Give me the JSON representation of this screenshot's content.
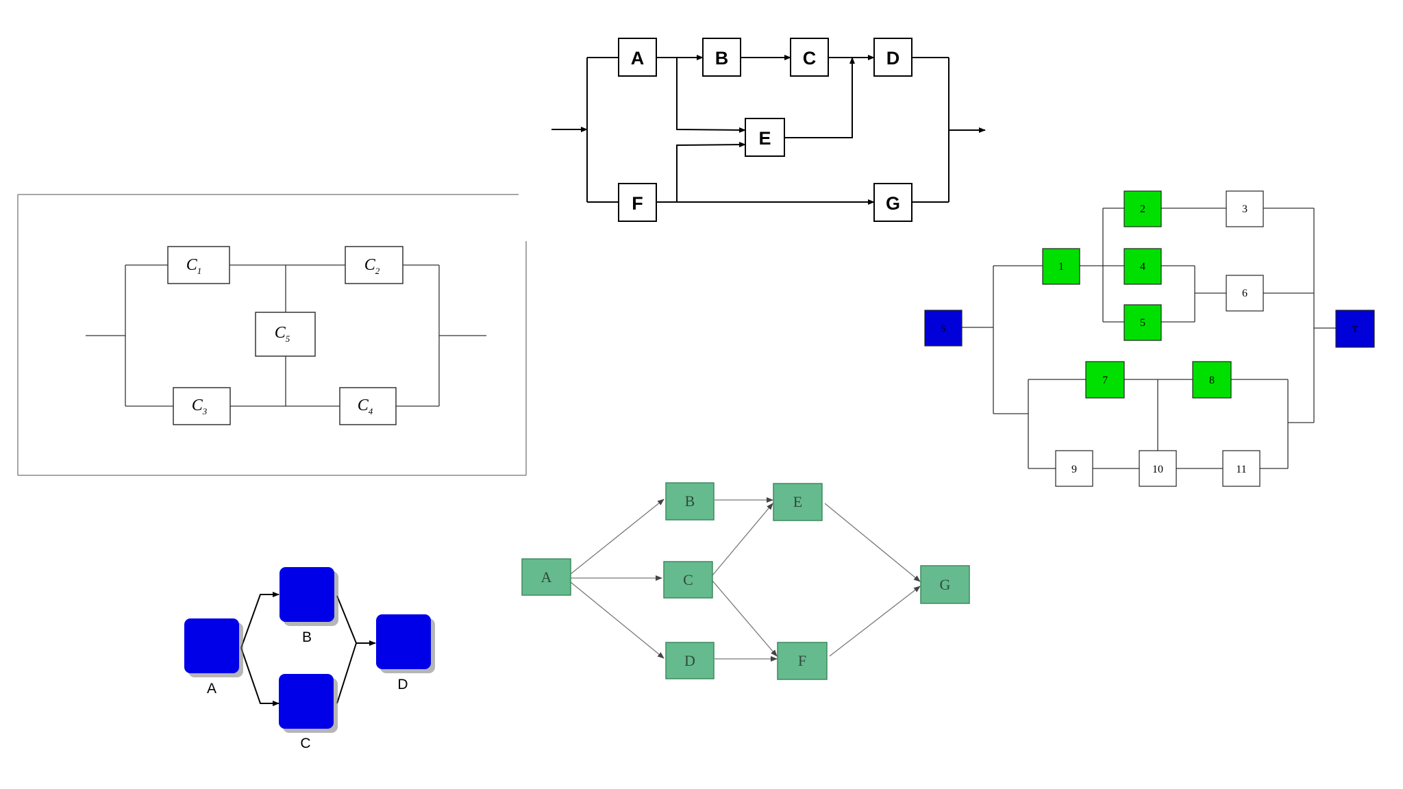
{
  "top_diagram": {
    "nodes": [
      "A",
      "B",
      "C",
      "D",
      "E",
      "F",
      "G"
    ]
  },
  "bridge_diagram": {
    "nodes": [
      "C",
      "C",
      "C",
      "C",
      "C"
    ],
    "subscripts": [
      "1",
      "2",
      "5",
      "3",
      "4"
    ]
  },
  "numbered_diagram": {
    "nodes": [
      "S",
      "1",
      "2",
      "3",
      "4",
      "5",
      "6",
      "7",
      "8",
      "9",
      "10",
      "11",
      "T"
    ],
    "colors": {
      "green": "#00e000",
      "blue": "#0000d8",
      "white": "#ffffff"
    }
  },
  "blue_diagram": {
    "nodes": [
      "A",
      "B",
      "C",
      "D"
    ],
    "color": "#0000e8"
  },
  "network_diagram": {
    "nodes": [
      "A",
      "B",
      "C",
      "D",
      "E",
      "F",
      "G"
    ],
    "color": "#66bb8e"
  }
}
